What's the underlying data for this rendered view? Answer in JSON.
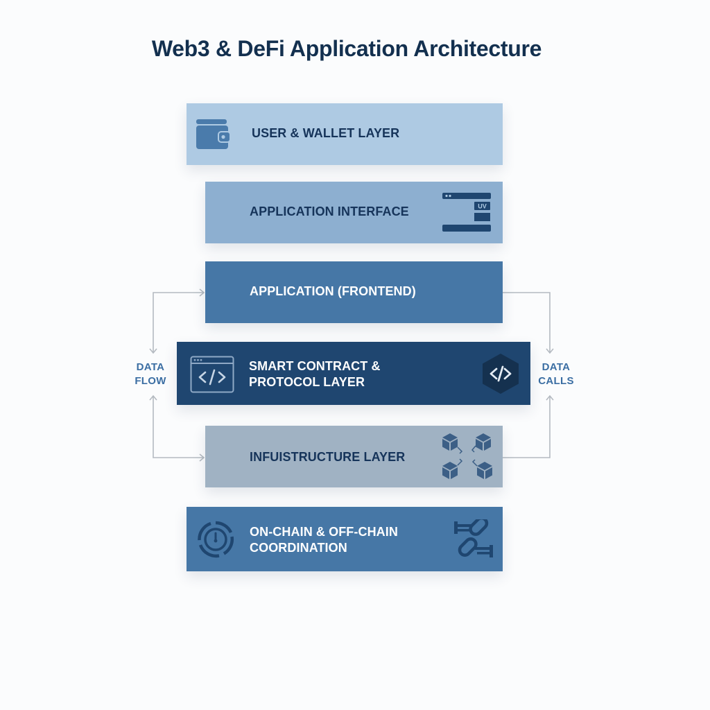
{
  "title": "Web3 & DeFi Application Architecture",
  "layers": [
    {
      "id": "user-wallet",
      "label_lines": [
        "USER & WALLET LAYER"
      ],
      "icon": "wallet-icon",
      "color": "#aecae3"
    },
    {
      "id": "app-interface",
      "label_lines": [
        "APPLICATION INTERFACE"
      ],
      "icon": "ui-window-icon",
      "icon_text": "UV",
      "color": "#8dafd0"
    },
    {
      "id": "app-frontend",
      "label_lines": [
        "APPLICATION (FRONTEND)"
      ],
      "icon": null,
      "color": "#4677a6"
    },
    {
      "id": "smart-contract",
      "label_lines": [
        "SMART CONTRACT &",
        "PROTOCOL LAYER"
      ],
      "icon": "code-window-icon",
      "icon_right": "code-hexagon-icon",
      "color": "#1f4670"
    },
    {
      "id": "infrastructure",
      "label_lines": [
        "INFUISTRUCTURE LAYER"
      ],
      "icon": "connected-nodes-icon",
      "color": "#a0b2c3"
    },
    {
      "id": "coordination",
      "label_lines": [
        "ON-CHAIN & OFF-CHAIN",
        "COORDINATION"
      ],
      "icon": "gauge-icon",
      "icon_right": "chain-link-icon",
      "color": "#4677a6"
    }
  ],
  "side_labels": {
    "left": [
      "DATA",
      "FLOW"
    ],
    "right": [
      "DATA",
      "CALLS"
    ]
  },
  "colors": {
    "title": "#13304f",
    "connector": "#b4bac1",
    "side_label": "#3b6ea3"
  }
}
